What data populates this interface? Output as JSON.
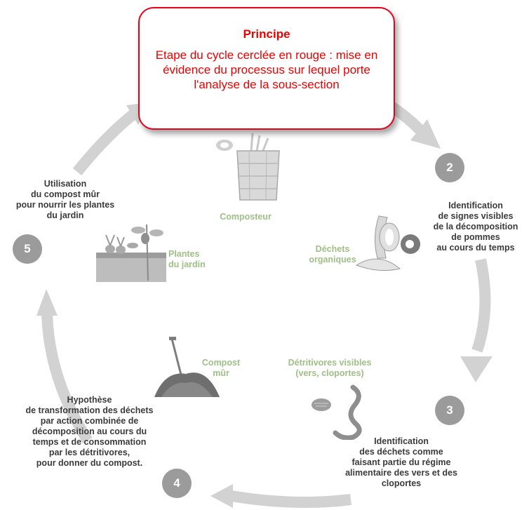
{
  "callout": {
    "title": "Principe",
    "text": "Etape du cycle cerclée en rouge : mise en évidence du processus sur lequel porte l'analyse de la sous-section"
  },
  "steps": [
    {
      "num": "2",
      "text": "Identification\nde signes visibles\nde la décomposition\nde pommes\nau cours du temps"
    },
    {
      "num": "3",
      "text": "Identification\ndes déchets comme\nfaisant partie du régime\nalimentaire des vers et des\ncloportes"
    },
    {
      "num": "4",
      "text": "Hypothèse\nde transformation des déchets\npar action combinée de\ndécomposition au cours du\ntemps et de consommation\npar les détritivores,\npour donner du compost."
    },
    {
      "num": "5",
      "text": "Utilisation\ndu compost mûr\npour nourrir les plantes\ndu jardin"
    }
  ],
  "labels": {
    "composteur": "Composteur",
    "dechets": "Déchets\norganiques",
    "plantes": "Plantes\ndu jardin",
    "compost": "Compost\nmûr",
    "detritivores": "Détritivores visibles\n(vers, cloportes)"
  },
  "colors": {
    "callout_border": "#e6001a",
    "callout_text": "#ee0000",
    "arrow": "#d2d2d2",
    "circle": "#9b9b9b",
    "green_label": "#9fbf86"
  }
}
